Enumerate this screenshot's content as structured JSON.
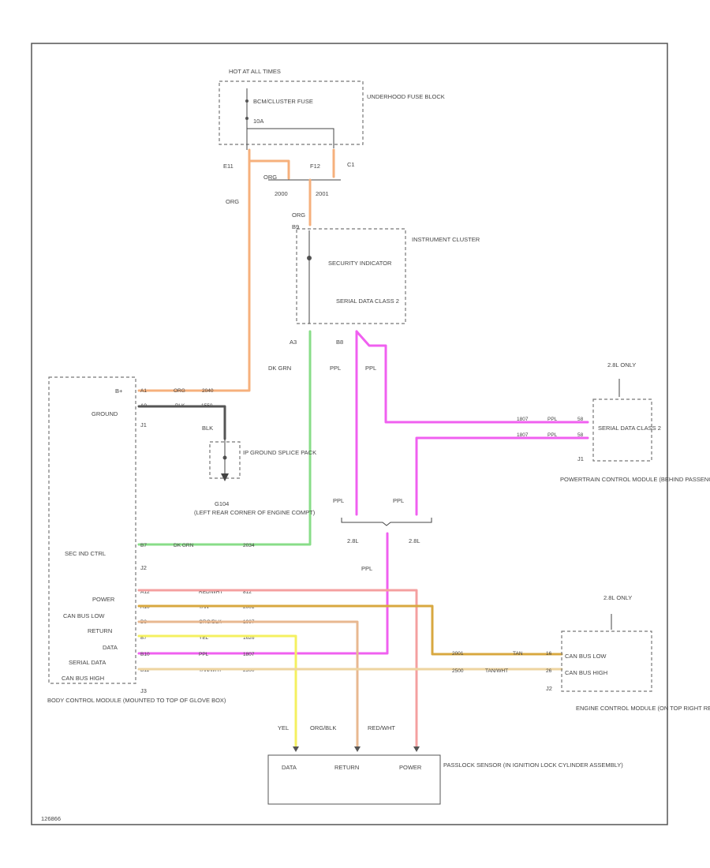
{
  "fuse_block": {
    "hot_label": "HOT AT ALL TIMES",
    "fuse_name": "BCM/CLUSTER FUSE",
    "fuse_rating": "10A",
    "title": "UNDERHOOD FUSE BLOCK",
    "pin_left": "E11",
    "pin_mid": "F12",
    "pin_right": "C1"
  },
  "splice": {
    "wire_left": "2000",
    "wire_right": "2001"
  },
  "wires": {
    "org_left": "ORG",
    "org_mid": "ORG",
    "org_cluster": "ORG",
    "dk_grn": "DK GRN",
    "ppl_a": "PPL",
    "ppl_b": "PPL",
    "ppl_left": "PPL",
    "ppl_right": "PPL",
    "ppl_bottom": "PPL",
    "blk": "BLK"
  },
  "cluster": {
    "title": "INSTRUMENT CLUSTER",
    "pin_top": "B9",
    "indicator": "SECURITY INDICATOR",
    "serial": "SERIAL DATA CLASS 2",
    "pin_a": "A3",
    "pin_b": "B8"
  },
  "bcm": {
    "b_plus": "B+",
    "ground": "GROUND",
    "c1": "J1",
    "c2": "J2",
    "c3": "J3",
    "sec_ind": "SEC IND CTRL",
    "power": "POWER",
    "can_low": "CAN BUS LOW",
    "return": "RETURN",
    "data": "DATA",
    "serial_data": "SERIAL DATA",
    "can_high": "CAN BUS HIGH",
    "title": "BODY CONTROL MODULE (MOUNTED TO TOP OF GLOVE BOX)",
    "rows": [
      {
        "pin": "A1",
        "color": "ORG",
        "circuit": "2040"
      },
      {
        "pin": "A9",
        "color": "BLK",
        "circuit": "1550"
      },
      {
        "pin": "B7",
        "color": "DK GRN",
        "circuit": "2034"
      },
      {
        "pin": "A12",
        "color": "RED/WHT",
        "circuit": "812"
      },
      {
        "pin": "A10",
        "color": "TAN",
        "circuit": "2001"
      },
      {
        "pin": "B3",
        "color": "ORG/BLK",
        "circuit": "1987"
      },
      {
        "pin": "B7",
        "color": "YEL",
        "circuit": "1626"
      },
      {
        "pin": "B10",
        "color": "PPL",
        "circuit": "1807"
      },
      {
        "pin": "B11",
        "color": "TAN/WHT",
        "circuit": "2500"
      }
    ]
  },
  "ground_splice": {
    "name": "IP GROUND SPLICE PACK",
    "g": "G104",
    "g_loc": "(LEFT REAR CORNER OF ENGINE COMPT)"
  },
  "pcm": {
    "option": "2.8L ONLY",
    "serial": "SERIAL DATA CLASS 2",
    "conn": "J1",
    "title": "POWERTRAIN CONTROL MODULE (BEHIND PASSENGER SIDE AIR BAG)",
    "row1": {
      "circuit": "1807",
      "color": "PPL",
      "pin": "58"
    },
    "row2": {
      "circuit": "1807",
      "color": "PPL",
      "pin": "58"
    }
  },
  "engine_opts": {
    "left": "2.8L",
    "right": "2.8L"
  },
  "ecm": {
    "option": "2.8L ONLY",
    "can_low": "CAN BUS LOW",
    "can_high": "CAN BUS HIGH",
    "conn": "J2",
    "title": "ENGINE CONTROL MODULE (ON TOP RIGHT REAR OF ENGINE)",
    "row_low": {
      "circuit": "2001",
      "color": "TAN",
      "pin": "16"
    },
    "row_high": {
      "circuit": "2500",
      "color": "TAN/WHT",
      "pin": "26"
    }
  },
  "passlock": {
    "data": "DATA",
    "return": "RETURN",
    "power": "POWER",
    "title": "PASSLOCK SENSOR (IN IGNITION LOCK CYLINDER ASSEMBLY)",
    "wire_yel": "YEL",
    "wire_orgblk": "ORG/BLK",
    "wire_redwht": "RED/WHT"
  },
  "colors": {
    "org": "#f6b07c",
    "ppl": "#f060f0",
    "grn": "#88dd88",
    "blk": "#555555",
    "redwht": "#f4a0a0",
    "tan": "#d8a840",
    "orgblk": "#e8b890",
    "yel": "#f4f060",
    "tanwht": "#eed4a0"
  },
  "footer": "126866"
}
